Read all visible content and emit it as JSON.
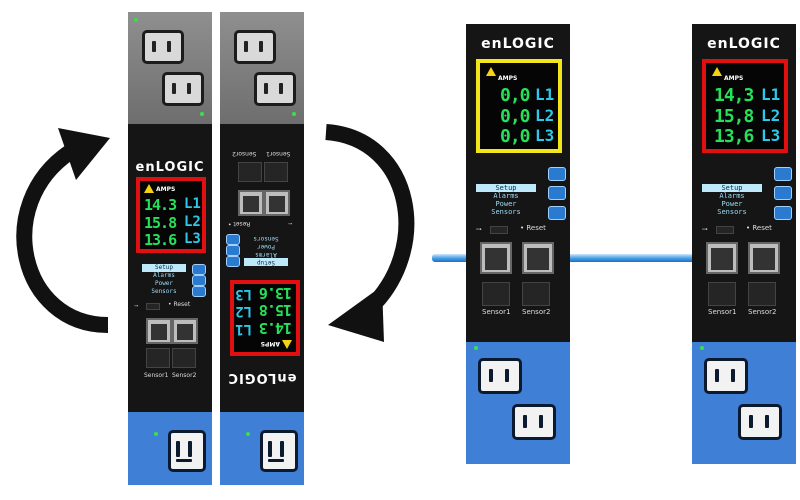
{
  "pdus": [
    {
      "brand": "enLOGIC",
      "amps_label": "AMPS",
      "readings": [
        {
          "value": "14.3",
          "line": "L1"
        },
        {
          "value": "15.8",
          "line": "L2"
        },
        {
          "value": "13.6",
          "line": "L3"
        }
      ],
      "menu": [
        "Setup",
        "Alarms",
        "Power",
        "Sensors"
      ],
      "reset_label": "Reset",
      "sensor_labels": [
        "Sensor1",
        "Sensor2"
      ]
    },
    {
      "brand": "enLOGIC",
      "amps_label": "AMPS",
      "readings": [
        {
          "value": "13.6",
          "line": "L3"
        },
        {
          "value": "15.8",
          "line": "L2"
        },
        {
          "value": "14.3",
          "line": "L1"
        }
      ],
      "menu": [
        "Sensors",
        "Power",
        "Alarms",
        "Setup"
      ],
      "reset_label": "Reset",
      "sensor_labels": [
        "Sensor2",
        "Sensor1"
      ]
    },
    {
      "brand": "enLOGIC",
      "amps_label": "AMPS",
      "readings": [
        {
          "value": "0,0",
          "line": "L1"
        },
        {
          "value": "0,0",
          "line": "L2"
        },
        {
          "value": "0,0",
          "line": "L3"
        }
      ],
      "menu": [
        "Setup",
        "Alarms",
        "Power",
        "Sensors"
      ],
      "reset_label": "Reset",
      "sensor_labels": [
        "Sensor1",
        "Sensor2"
      ]
    },
    {
      "brand": "enLOGIC",
      "amps_label": "AMPS",
      "readings": [
        {
          "value": "14,3",
          "line": "L1"
        },
        {
          "value": "15,8",
          "line": "L2"
        },
        {
          "value": "13,6",
          "line": "L3"
        }
      ],
      "menu": [
        "Setup",
        "Alarms",
        "Power",
        "Sensors"
      ],
      "reset_label": "Reset",
      "sensor_labels": [
        "Sensor1",
        "Sensor2"
      ]
    }
  ],
  "colors": {
    "display_border_normal": "#e01010",
    "display_border_zero": "#f2e51a",
    "reading_green": "#27e05a",
    "reading_cyan": "#2ec8ea",
    "blue_section": "#3f7fd6",
    "arrow": "#111111"
  },
  "icons": [
    "rotate-arrow-icon",
    "usb-icon",
    "warning-icon",
    "ethernet-port-icon",
    "c13-outlet-icon",
    "c19-outlet-icon"
  ]
}
